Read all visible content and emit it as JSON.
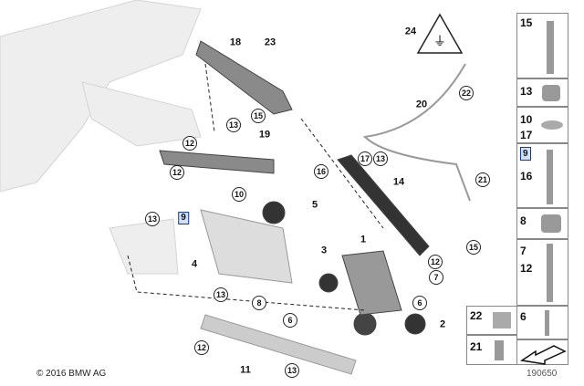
{
  "callouts": [
    "18",
    "23",
    "24",
    "22",
    "20",
    "13",
    "15",
    "12",
    "19",
    "16",
    "17",
    "13",
    "14",
    "21",
    "12",
    "10",
    "5",
    "13",
    "9",
    "1",
    "3",
    "15",
    "4",
    "12",
    "7",
    "13",
    "8",
    "6",
    "6",
    "2",
    "12",
    "11",
    "13"
  ],
  "parts_panel": [
    "15",
    "13",
    "10",
    "17",
    "9",
    "16",
    "8",
    "7",
    "12",
    "6",
    "22",
    "21"
  ],
  "copyright": "© 2016 BMW AG",
  "diagram_id": "190650",
  "icons": [
    "electrical-plug-warning-icon",
    "direction-arrow-icon"
  ]
}
